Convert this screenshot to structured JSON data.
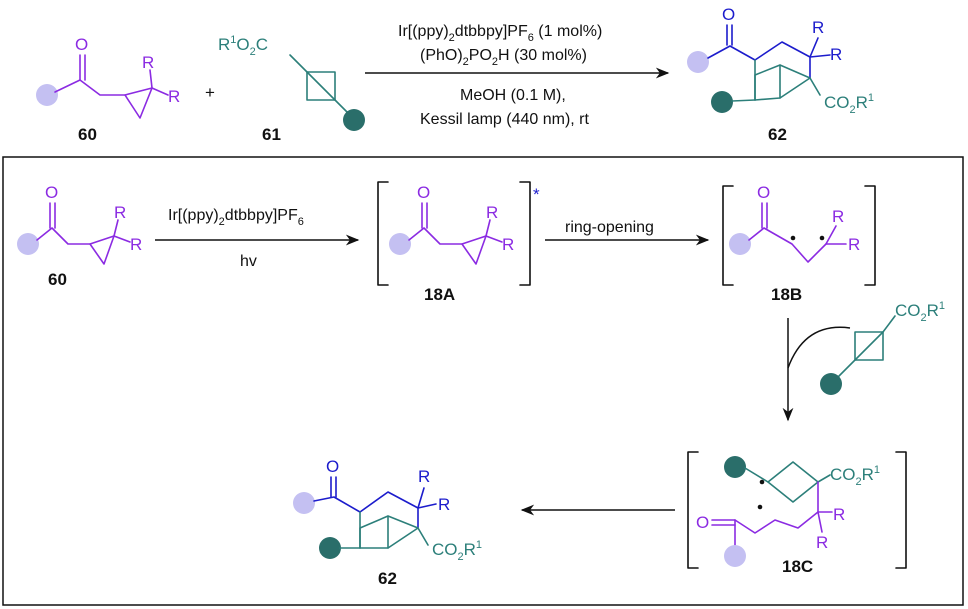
{
  "scheme": {
    "top": {
      "reactant1": {
        "label": "60",
        "ketone_o": "O",
        "sub_r1": "R",
        "sub_r2": "R"
      },
      "plus": "+",
      "reactant2": {
        "label": "61",
        "ester": "R",
        "ester_sup": "1",
        "ester_tail": "O",
        "ester_sub": "2",
        "ester_c": "C"
      },
      "conditions": {
        "line1_a": "Ir[(ppy)",
        "line1_sub": "2",
        "line1_b": "dtbbpy]PF",
        "line1_sub2": "6",
        "line1_c": " (1 mol%)",
        "line2_a": "(PhO)",
        "line2_sub": "2",
        "line2_b": "PO",
        "line2_sub2": "2",
        "line2_c": "H (30 mol%)",
        "line3": "MeOH (0.1 M),",
        "line4": "Kessil lamp (440 nm), rt"
      },
      "product": {
        "label": "62",
        "o": "O",
        "r1": "R",
        "r2": "R",
        "co2": "CO",
        "co2_sub": "2",
        "co2_r": "R",
        "co2_sup": "1"
      }
    },
    "mechanism": {
      "step1": {
        "reagent_a": "Ir[(ppy)",
        "reagent_sub": "2",
        "reagent_b": "dtbbpy]PF",
        "reagent_sub2": "6",
        "below": "hv"
      },
      "start": {
        "label": "60",
        "o": "O",
        "r1": "R",
        "r2": "R"
      },
      "excited": {
        "label": "18A",
        "o": "O",
        "r1": "R",
        "r2": "R",
        "star": "*"
      },
      "step2": "ring-opening",
      "diradical": {
        "label": "18B",
        "o": "O",
        "r1": "R",
        "r2": "R"
      },
      "bcb": {
        "co2": "CO",
        "co2_sub": "2",
        "co2_r": "R",
        "co2_sup": "1"
      },
      "adduct": {
        "label": "18C",
        "o": "O",
        "r1": "R",
        "r2": "R",
        "co2": "CO",
        "co2_sub": "2",
        "co2_r": "R",
        "co2_sup": "1"
      },
      "final": {
        "label": "62",
        "o": "O",
        "r1": "R",
        "r2": "R",
        "co2": "CO",
        "co2_sub": "2",
        "co2_r": "R",
        "co2_sup": "1"
      }
    }
  },
  "colors": {
    "purple": "#8B2BE2",
    "blue": "#1c1ccc",
    "teal": "#2c7f7a",
    "lavender_dot": "#c4c0f2",
    "teal_dot": "#2a6e6a"
  }
}
